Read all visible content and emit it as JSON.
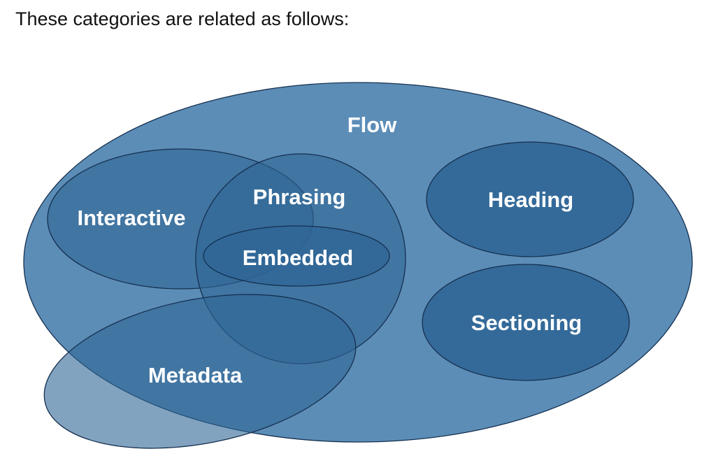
{
  "intro_text": "These categories are related as follows:",
  "colors": {
    "outer_fill": "#5c8db7",
    "inner_fill": "#2f6595",
    "stroke": "#15304f",
    "label": "#ffffff"
  },
  "categories": {
    "flow": "Flow",
    "interactive": "Interactive",
    "phrasing": "Phrasing",
    "embedded": "Embedded",
    "heading": "Heading",
    "sectioning": "Sectioning",
    "metadata": "Metadata"
  }
}
